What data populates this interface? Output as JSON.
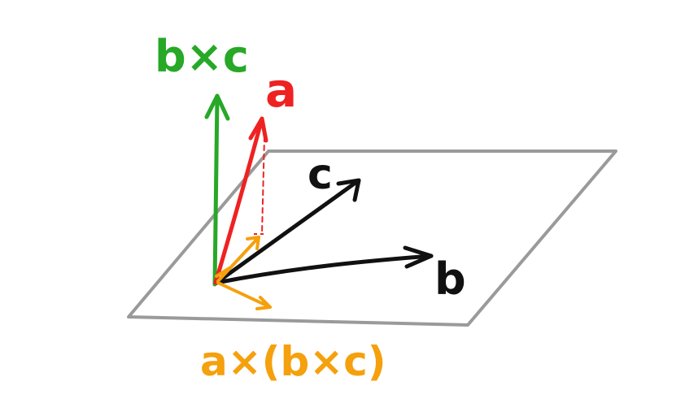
{
  "labels": {
    "b_cross_c": "b×c",
    "a": "a",
    "c": "c",
    "b": "b",
    "a_cross_b_cross_c": "a×(b×c)"
  },
  "colors": {
    "plane": "#9a9a9a",
    "green": "#27a827",
    "red": "#ee2222",
    "black": "#111111",
    "orange": "#f5a00d"
  }
}
